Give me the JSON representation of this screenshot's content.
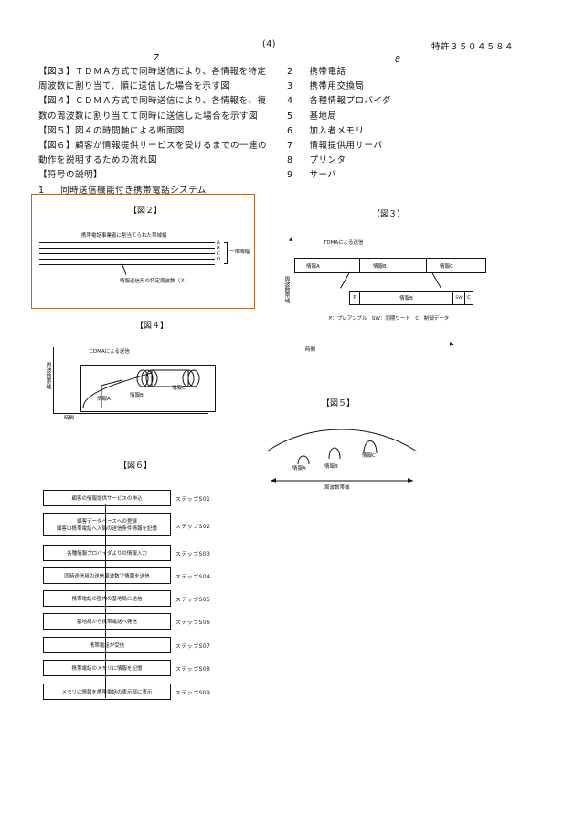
{
  "header": {
    "page_number": "(4)",
    "patent_number": "特許３５０４５８４",
    "left_column_number": "7",
    "right_column_number": "8"
  },
  "left_text": [
    "【図３】ＴＤＭＡ方式で同時送信により、各情報を特定",
    "周波数に割り当て、順に送信した場合を示す図",
    "【図４】ＣＤＭＡ方式で同時送信により、各情報を、複",
    "数の周波数に割り当てて同時に送信した場合を示す図",
    "【図５】図４の時間軸による断面図",
    "【図６】顧客が情報提供サービスを受けるまでの一連の",
    "動作を説明するための流れ図",
    "【符号の説明】"
  ],
  "left_first_item": {
    "num": "1",
    "label": "同時送信機能付き携帯電話システム"
  },
  "right_list": [
    {
      "num": "2",
      "label": "携帯電話"
    },
    {
      "num": "3",
      "label": "携帯用交換局"
    },
    {
      "num": "4",
      "label": "各種情報プロバイダ"
    },
    {
      "num": "5",
      "label": "基地局"
    },
    {
      "num": "6",
      "label": "加入者メモリ"
    },
    {
      "num": "7",
      "label": "情報提供用サーバ"
    },
    {
      "num": "8",
      "label": "プリンタ"
    },
    {
      "num": "9",
      "label": "サーバ"
    }
  ],
  "fig2": {
    "title": "【図２】",
    "top_label": "携帯電話事業者に割当てられた帯域幅",
    "side_letters": [
      "A",
      "B",
      "C",
      "D"
    ],
    "bracket_label": "一帯域幅",
    "bottom_label": "情報送信用の特定周波数（Ｘ）"
  },
  "fig3": {
    "title": "【図３】",
    "subtitle": "TDMAによる送信",
    "y_label": "周波数帯域",
    "x_label": "時間",
    "slots": [
      "情報A",
      "情報B",
      "情報C"
    ],
    "detail_p": "P",
    "detail_label": "情報B",
    "detail_sw": "SW",
    "detail_c": "C",
    "legend": "P：プレアンブル　SW：同期ワード　C：制御データ"
  },
  "fig4": {
    "title": "【図４】",
    "subtitle": "CDMAによる送信",
    "y_label": "周波数帯域",
    "x_label": "時間",
    "labels": [
      "情報A",
      "情報B",
      "情報C"
    ]
  },
  "fig5": {
    "title": "【図５】",
    "labels": [
      "情報A",
      "情報B",
      "情報C"
    ],
    "axis_label": "周波数帯域"
  },
  "fig6": {
    "title": "【図６】",
    "steps": [
      {
        "box": "顧客の情報提供サービスの申込",
        "step": "ステップS01"
      },
      {
        "box": "顧客データベースへの登録",
        "box2": "顧客の携帯電話へ入局の送信条件情報を記憶",
        "step": "ステップS02"
      },
      {
        "box": "各種情報プロバイダよりの情報入力",
        "step": "ステップS03"
      },
      {
        "box": "同時送信用の送信周波数で情報を送信",
        "step": "ステップS04"
      },
      {
        "box": "携帯電話の圏内の基地局に送信",
        "step": "ステップS05"
      },
      {
        "box": "基地局から携帯電話へ発信",
        "step": "ステップS06"
      },
      {
        "box": "携帯電話が受信",
        "step": "ステップS07"
      },
      {
        "box": "携帯電話のメモリに情報を記憶",
        "step": "ステップS08"
      },
      {
        "box": "メモリに情報を携帯電話の表示部に表示",
        "step": "ステップS09"
      }
    ]
  },
  "colors": {
    "fig2_border": "#b06a2a",
    "ink": "#111111"
  }
}
